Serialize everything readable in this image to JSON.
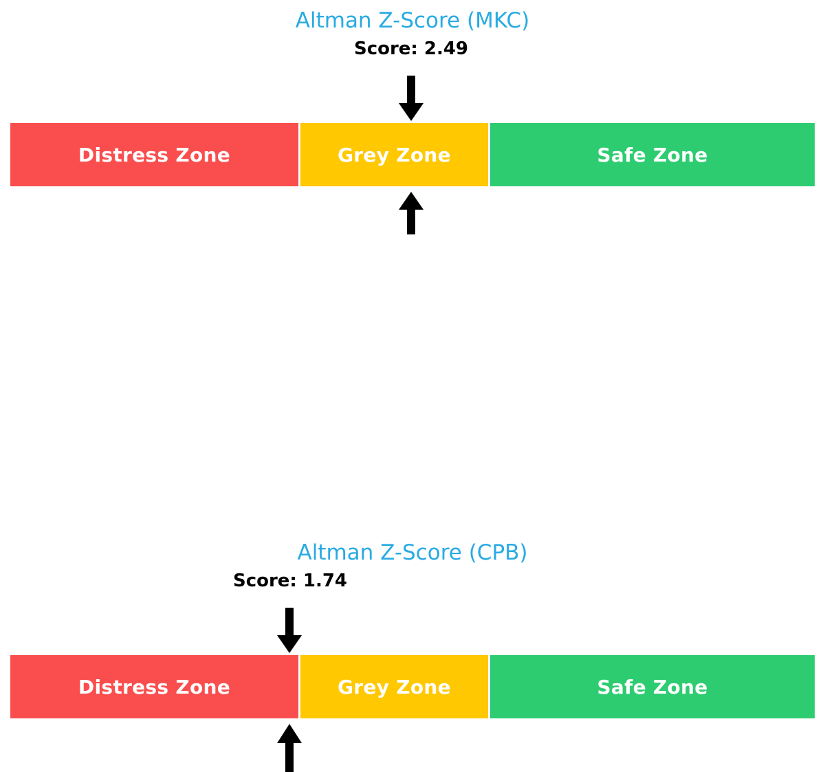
{
  "chart_data": [
    {
      "type": "bar",
      "title": "Altman Z-Score (MKC)",
      "score_label": "Score: 2.49",
      "score_value": 2.49,
      "ticker": "MKC",
      "marker_zone": "Grey Zone",
      "xlabel": "",
      "ylabel": "",
      "grid": false,
      "legend": "none",
      "categories": [
        "Distress Zone",
        "Grey Zone",
        "Safe Zone"
      ],
      "values": [
        422,
        276,
        472
      ],
      "segment_colors": [
        "#fa4e4e",
        "#ffc800",
        "#2ecc71"
      ],
      "zones": [
        {
          "label": "Distress Zone",
          "color": "#fa4e4e"
        },
        {
          "label": "Grey Zone",
          "color": "#ffc800"
        },
        {
          "label": "Safe Zone",
          "color": "#2ecc71"
        }
      ],
      "annotations": [
        "down-arrow above bar at score position",
        "up-arrow below bar at score position"
      ]
    },
    {
      "type": "bar",
      "title": "Altman Z-Score (CPB)",
      "score_label": "Score: 1.74",
      "score_value": 1.74,
      "ticker": "CPB",
      "marker_zone": "Distress Zone",
      "xlabel": "",
      "ylabel": "",
      "grid": false,
      "legend": "none",
      "categories": [
        "Distress Zone",
        "Grey Zone",
        "Safe Zone"
      ],
      "values": [
        422,
        276,
        472
      ],
      "segment_colors": [
        "#fa4e4e",
        "#ffc800",
        "#2ecc71"
      ],
      "zones": [
        {
          "label": "Distress Zone",
          "color": "#fa4e4e"
        },
        {
          "label": "Grey Zone",
          "color": "#ffc800"
        },
        {
          "label": "Safe Zone",
          "color": "#2ecc71"
        }
      ],
      "annotations": [
        "down-arrow above bar at score position",
        "up-arrow below bar at score position"
      ]
    }
  ],
  "panels": [
    {
      "title": "Altman Z-Score (MKC)",
      "score_label": "Score: 2.49",
      "zones": {
        "distress": "Distress Zone",
        "grey": "Grey Zone",
        "safe": "Safe Zone"
      }
    },
    {
      "title": "Altman Z-Score (CPB)",
      "score_label": "Score: 1.74",
      "zones": {
        "distress": "Distress Zone",
        "grey": "Grey Zone",
        "safe": "Safe Zone"
      }
    }
  ],
  "colors": {
    "title": "#29abe2",
    "score": "#000000",
    "distress": "#fa4e4e",
    "grey": "#ffc800",
    "safe": "#2ecc71",
    "arrow": "#000000",
    "background": "#ffffff",
    "zone_text": "#ffffff"
  },
  "icons": {
    "arrow_down": "arrow-down-icon",
    "arrow_up": "arrow-up-icon"
  }
}
